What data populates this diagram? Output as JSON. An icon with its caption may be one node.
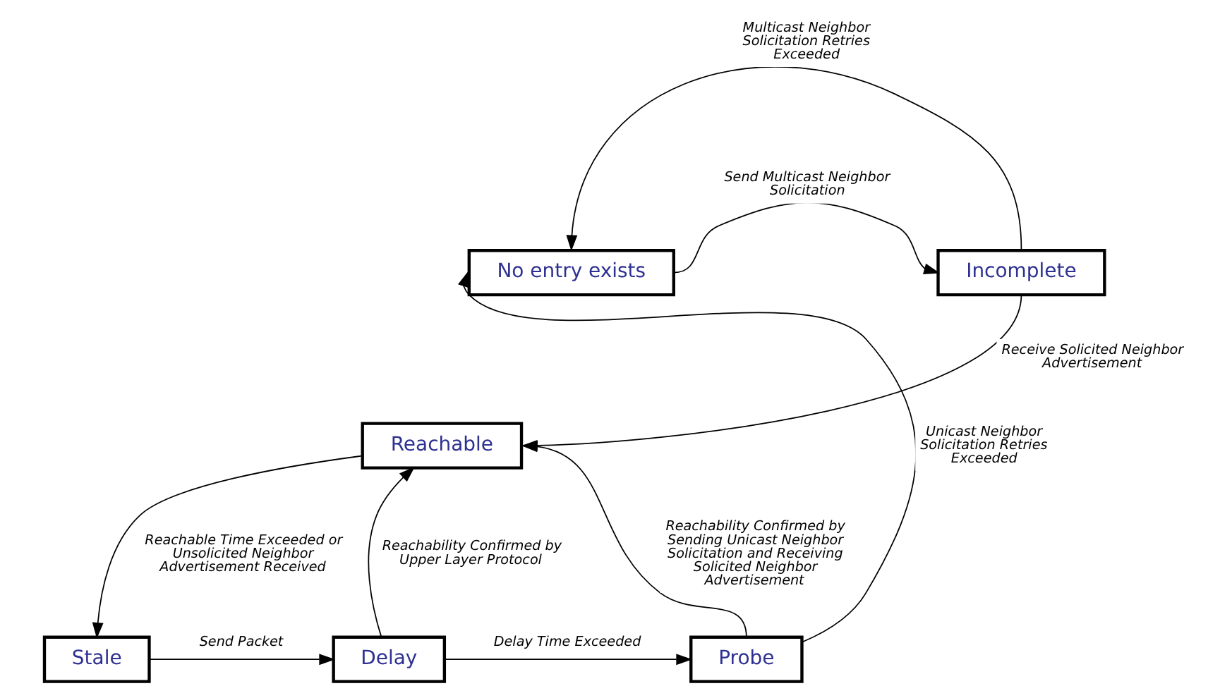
{
  "diagram": {
    "nodes": [
      {
        "text": [
          "No entry exists"
        ]
      },
      {
        "text": [
          "Incomplete"
        ]
      },
      {
        "text": [
          "Reachable"
        ]
      },
      {
        "text": [
          "Stale"
        ]
      },
      {
        "text": [
          "Delay"
        ]
      },
      {
        "text": [
          "Probe"
        ]
      }
    ],
    "edges": [
      {
        "from": 0,
        "to": 1,
        "arrow": "to",
        "label": "Send Multicast Neighbor Solicitation"
      },
      {
        "from": 1,
        "to": 0,
        "arrow": "to",
        "label": "Multicast Neighbor Solicitation Retries Exceeded"
      },
      {
        "from": 1,
        "to": 2,
        "arrow": "to",
        "label": "Receive Solicited Neighbor Advertisement"
      },
      {
        "from": 2,
        "to": 3,
        "arrow": "to",
        "label": "Reachable Time Exceeded or Unsolicited Neighbor Advertisement Received"
      },
      {
        "from": 3,
        "to": 4,
        "arrow": "to",
        "label": "Send Packet"
      },
      {
        "from": 4,
        "to": 2,
        "arrow": "to",
        "label": "Reachability Confirmed by Upper Layer Protocol"
      },
      {
        "from": 4,
        "to": 5,
        "arrow": "to",
        "label": "Delay Time Exceeded"
      },
      {
        "from": 5,
        "to": 2,
        "arrow": "to",
        "label": "Reachability Confirmed by Sending Unicast Neighbor Solicitation and Receiving Solicited Neighbor Advertisement"
      },
      {
        "from": 5,
        "to": 0,
        "arrow": "to",
        "label": "Unicast Neighbor Solicitation Retries Exceeded"
      }
    ]
  }
}
